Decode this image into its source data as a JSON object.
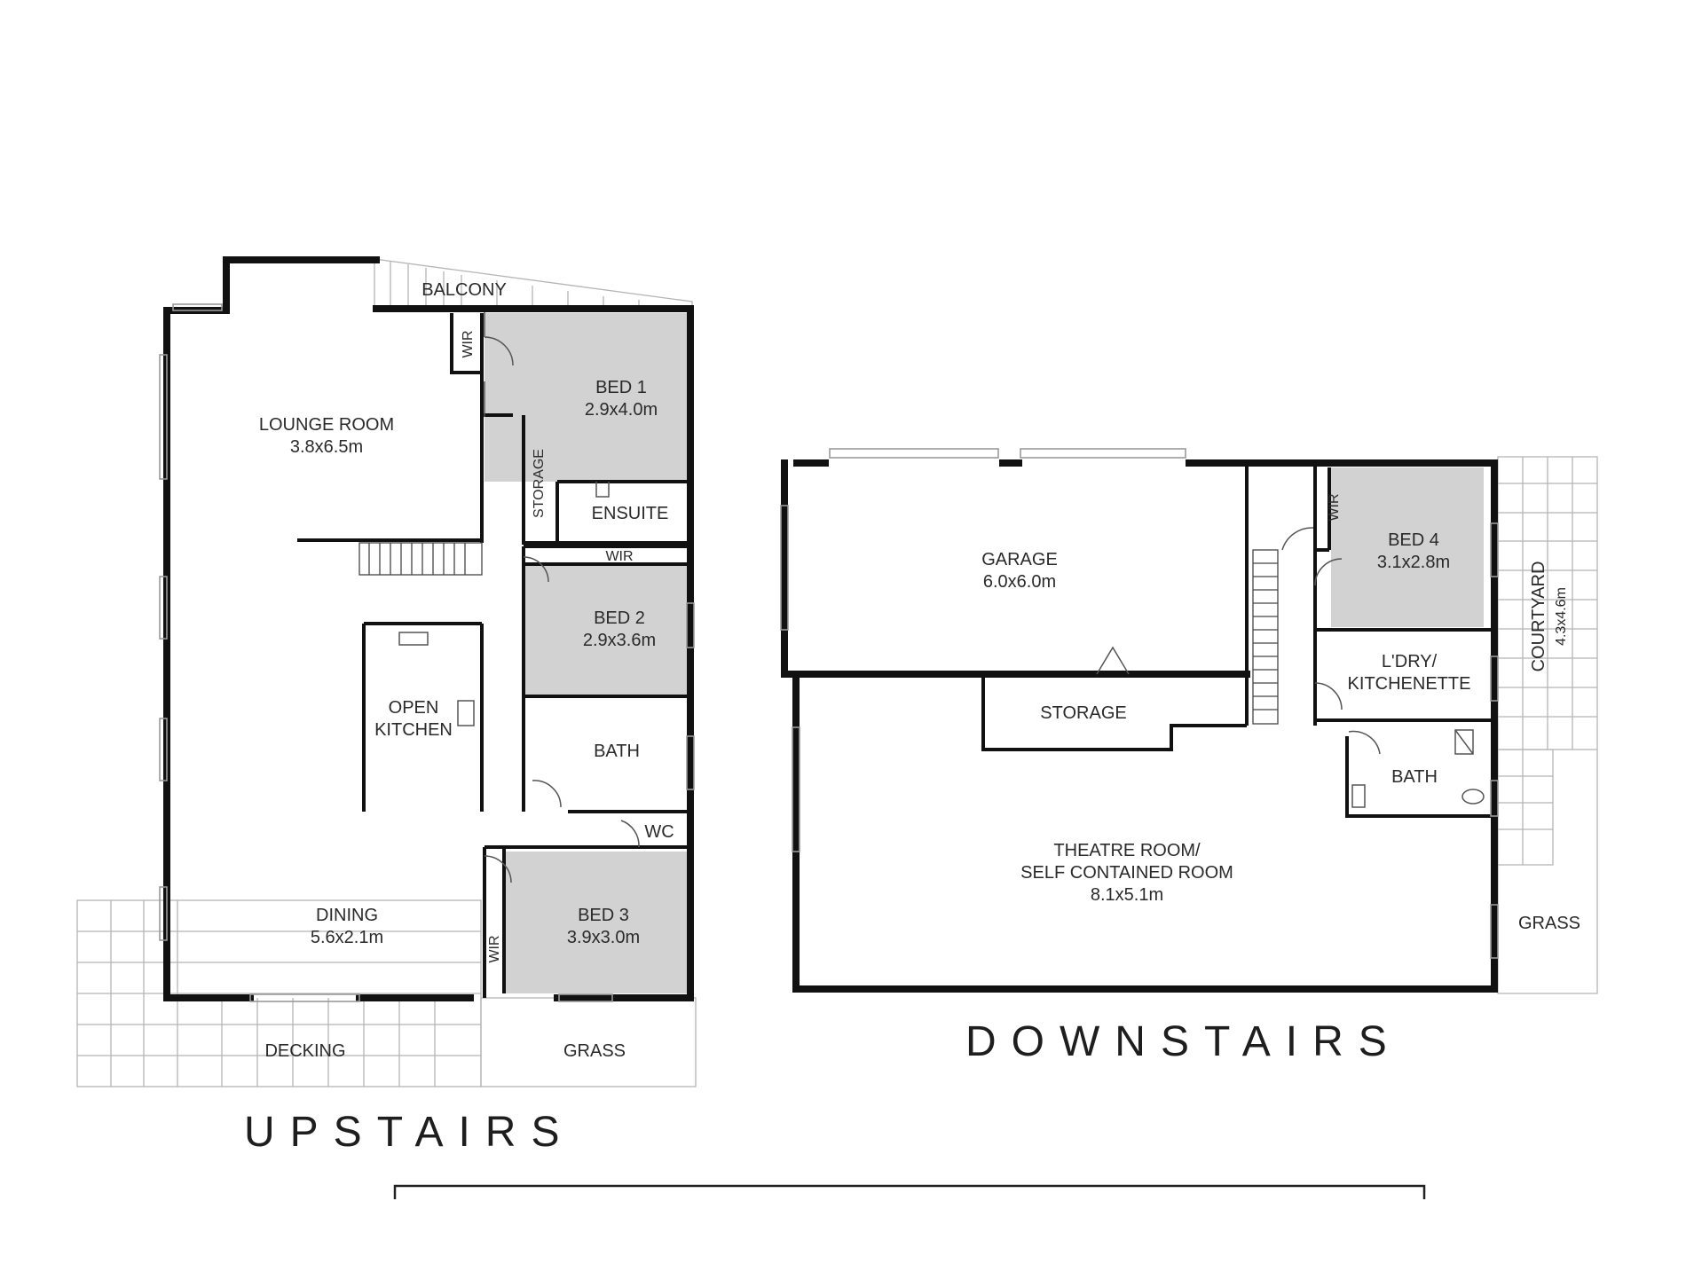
{
  "colors": {
    "wall": "#111111",
    "shaded_room": "#d2d2d2",
    "text": "#2a2a2a",
    "paving_grid": "#b5b5b5"
  },
  "upstairs": {
    "title": "UPSTAIRS",
    "balcony": "BALCONY",
    "lounge": {
      "name": "LOUNGE ROOM",
      "size": "3.8x6.5m"
    },
    "wir_bed1": "WIR",
    "bed1": {
      "name": "BED 1",
      "size": "2.9x4.0m"
    },
    "storage": "STORAGE",
    "ensuite": "ENSUITE",
    "wir_bed2": "WIR",
    "bed2": {
      "name": "BED 2",
      "size": "2.9x3.6m"
    },
    "kitchen": {
      "line1": "OPEN",
      "line2": "KITCHEN"
    },
    "bath": "BATH",
    "wc": "WC",
    "dining": {
      "name": "DINING",
      "size": "5.6x2.1m"
    },
    "wir_bed3": "WIR",
    "bed3": {
      "name": "BED 3",
      "size": "3.9x3.0m"
    },
    "decking": "DECKING",
    "grass": "GRASS"
  },
  "downstairs": {
    "title": "DOWNSTAIRS",
    "garage": {
      "name": "GARAGE",
      "size": "6.0x6.0m"
    },
    "storage": "STORAGE",
    "wir_bed4": "WIR",
    "bed4": {
      "name": "BED 4",
      "size": "3.1x2.8m"
    },
    "laundry": {
      "line1": "L'DRY/",
      "line2": "KITCHENETTE"
    },
    "bath": "BATH",
    "courtyard": {
      "name": "COURTYARD",
      "size": "4.3x4.6m"
    },
    "theatre": {
      "line1": "THEATRE ROOM/",
      "line2": "SELF CONTAINED ROOM",
      "size": "8.1x5.1m"
    },
    "grass": "GRASS"
  }
}
